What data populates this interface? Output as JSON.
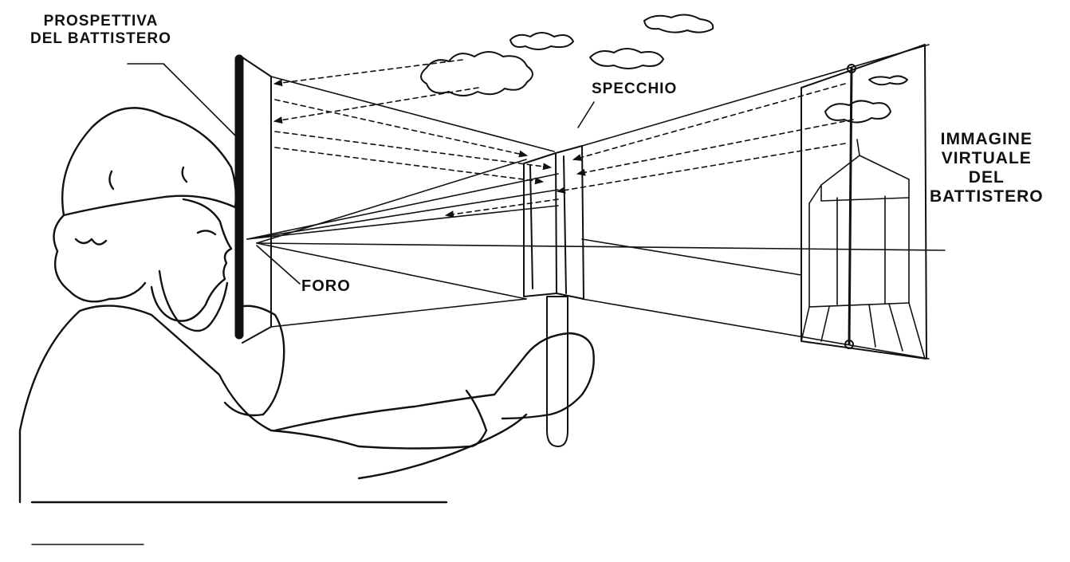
{
  "labels": {
    "prospettiva": [
      "PROSPETTIVA",
      "DEL BATTISTERO"
    ],
    "specchio": "SPECCHIO",
    "immagine": [
      "IMMAGINE",
      "VIRTUALE",
      "DEL",
      "BATTISTERO"
    ],
    "foro": "FORO"
  },
  "colors": {
    "ink": "#111111",
    "paper": "#ffffff"
  }
}
